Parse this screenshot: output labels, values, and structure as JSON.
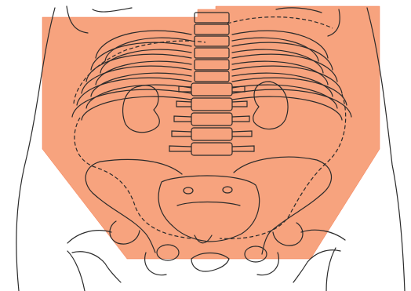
{
  "diagram": {
    "colors": {
      "field": "#f7a37e",
      "field_stroke": "#f47a4f",
      "line": "#2a2a2a",
      "background": "#ffffff"
    },
    "lumbar_vertebrae": 5,
    "thoracic_segments": 6,
    "ribs_per_side": 6
  }
}
